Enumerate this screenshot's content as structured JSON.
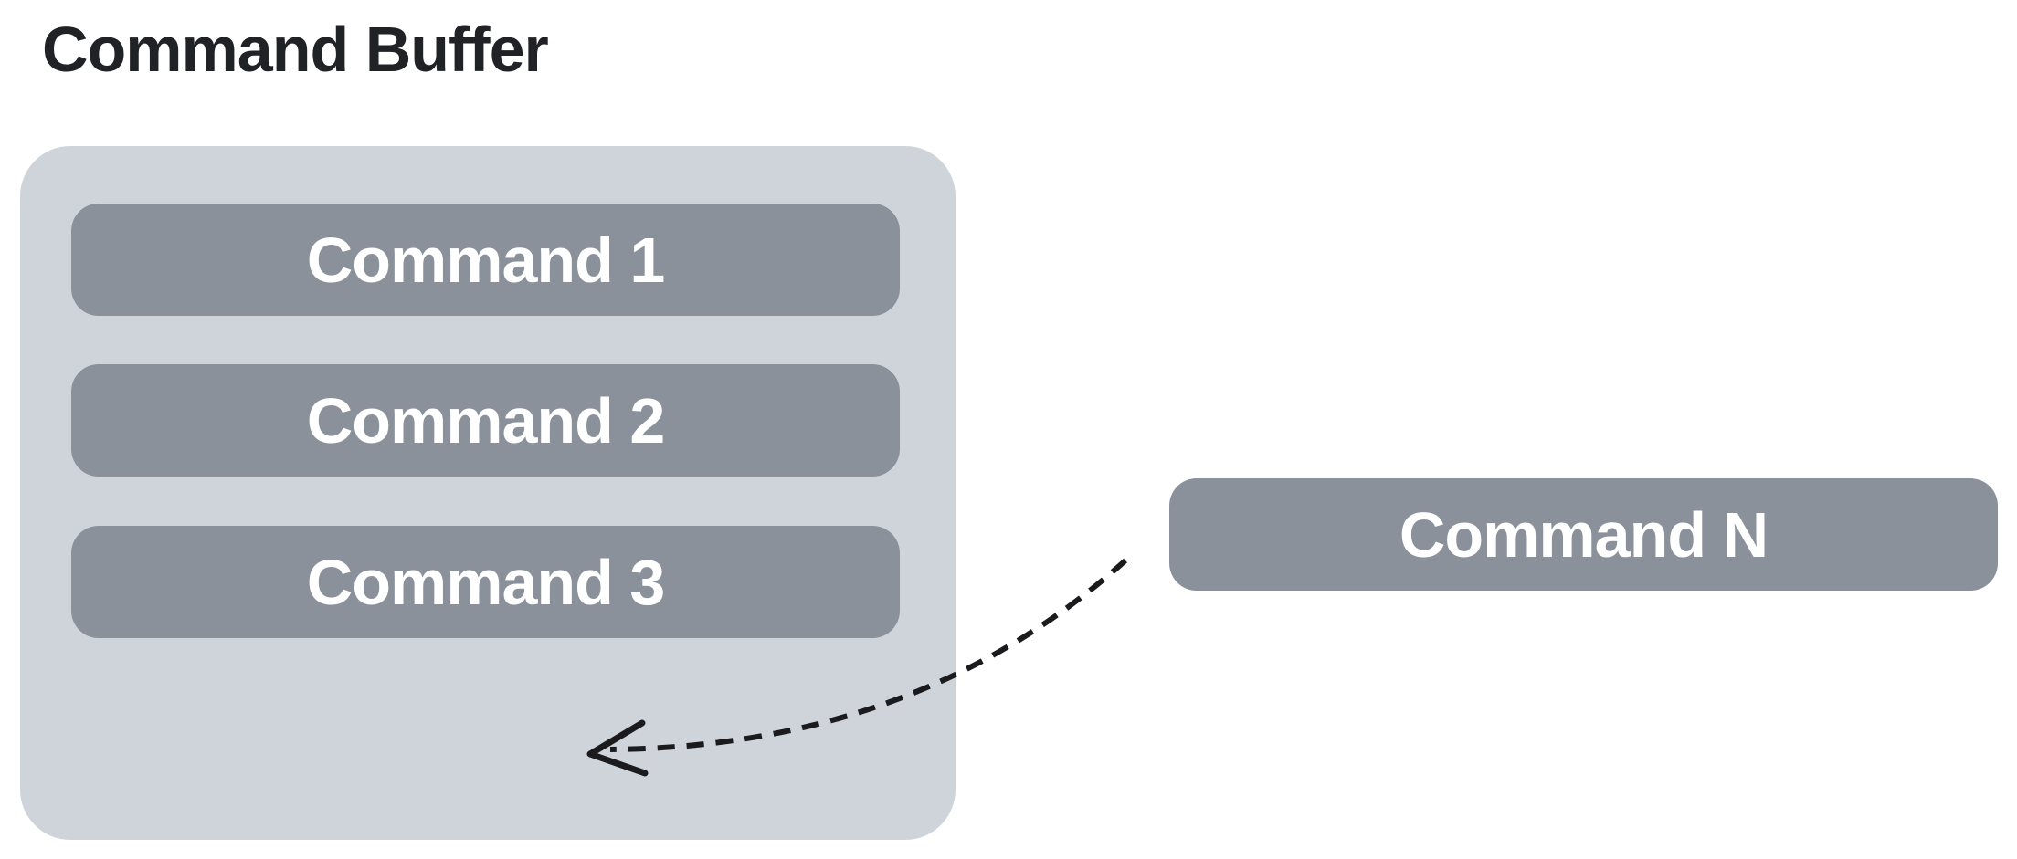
{
  "diagram": {
    "title": "Command Buffer",
    "buffer": {
      "items": [
        {
          "label": "Command 1"
        },
        {
          "label": "Command 2"
        },
        {
          "label": "Command 3"
        }
      ]
    },
    "incoming": {
      "label": "Command N"
    },
    "arrow": {
      "icon": "dashed-curved-arrow-left"
    }
  },
  "colors": {
    "background": "#ffffff",
    "buffer_bg": "#cfd4db",
    "command_bg": "#8a919b",
    "command_text": "#ffffff",
    "title_text": "#212226",
    "arrow": "#1b1b1d"
  }
}
